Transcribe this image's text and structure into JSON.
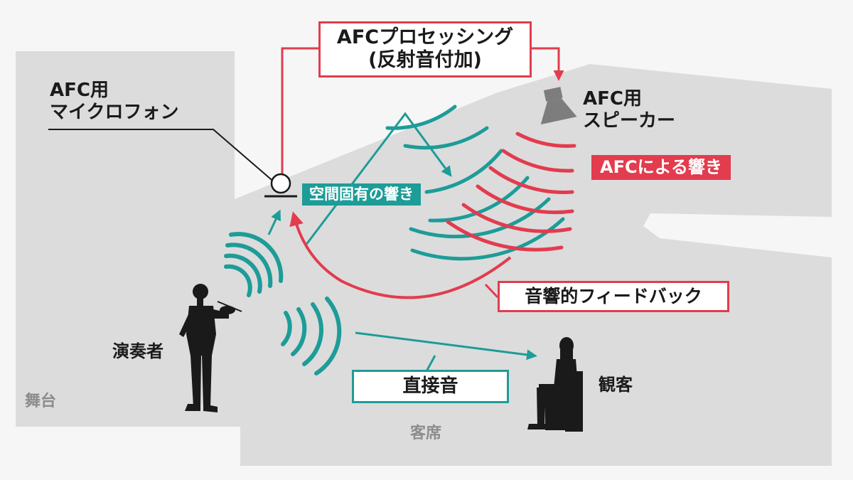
{
  "labels": {
    "processing_line1": "AFCプロセッシング",
    "processing_line2": "(反射音付加)",
    "mic_line1": "AFC用",
    "mic_line2": "マイクロフォン",
    "speaker_line1": "AFC用",
    "speaker_line2": "スピーカー",
    "afc_reverb": "AFCによる響き",
    "space_reverb": "空間固有の響き",
    "feedback": "音響的フィードバック",
    "direct_sound": "直接音",
    "performer": "演奏者",
    "audience": "観客",
    "stage_area": "舞台",
    "seating_area": "客席"
  },
  "colors": {
    "red": "#e23c4e",
    "teal": "#1d9c98",
    "room": "#dcdcdc",
    "text": "#1a1a1a",
    "area_text": "#8c8c8c"
  },
  "icons": {
    "microphone": "microphone-icon",
    "speaker": "speaker-icon",
    "performer": "violinist-silhouette",
    "audience": "seated-person-silhouette"
  }
}
